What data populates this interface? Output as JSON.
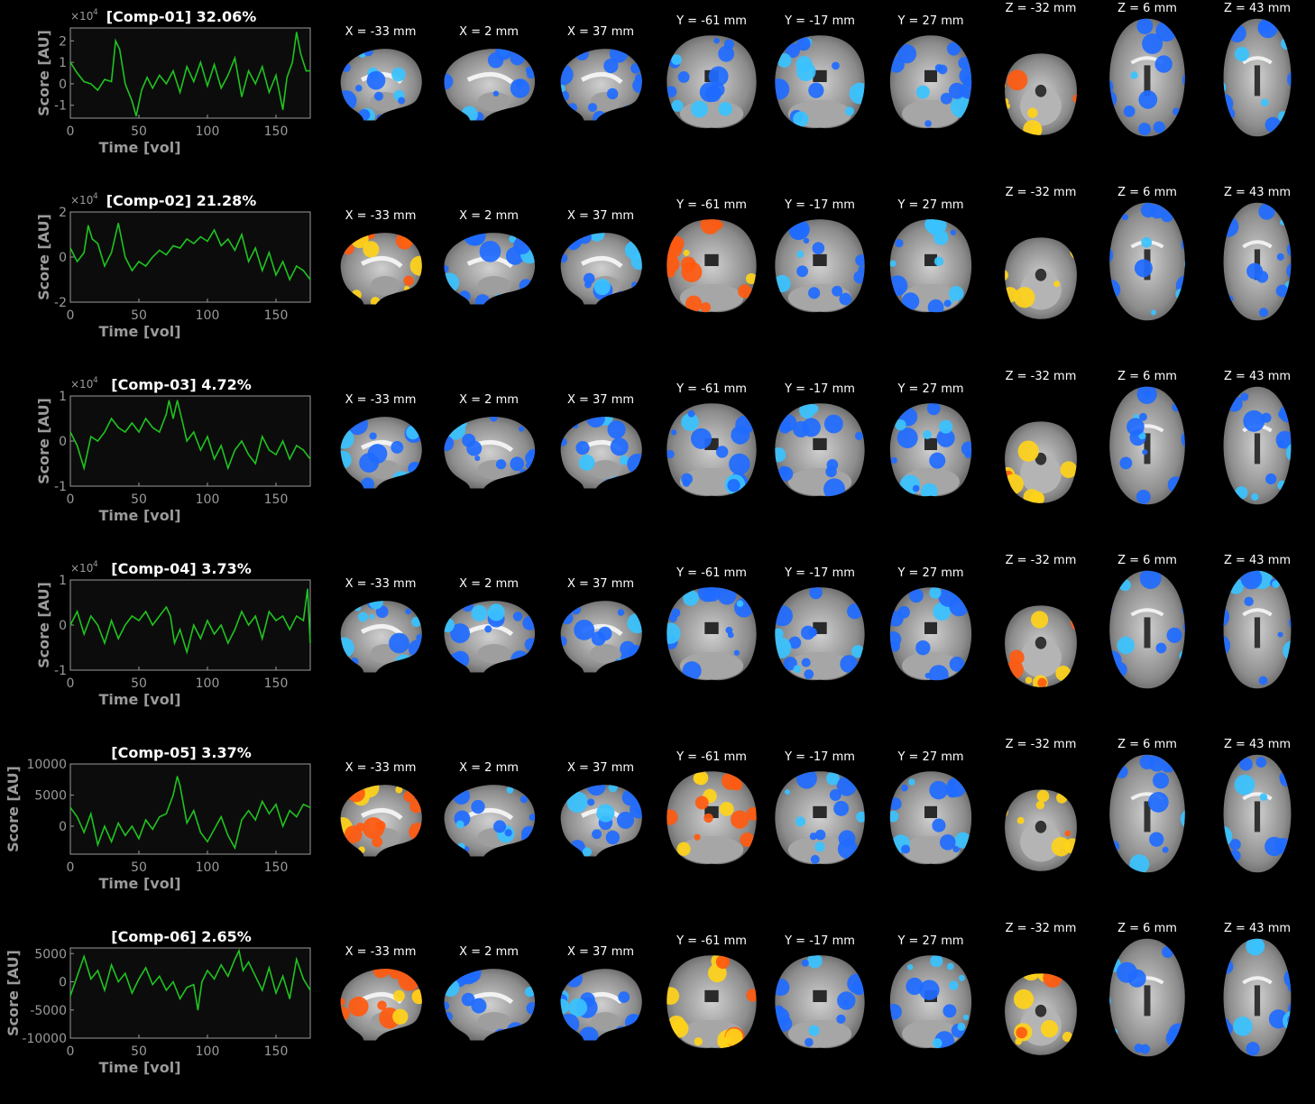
{
  "colors": {
    "background": "#000000",
    "plot_bg": "#0c0c0c",
    "axis": "#9a9a9a",
    "line": "#1fc41f",
    "brain_gray": "#8a8a8a",
    "blue": "#1f6bff",
    "cyan": "#39c2ff",
    "orange": "#ff5a0f",
    "yellow": "#ffd21a"
  },
  "slice_labels": [
    "X = -33 mm",
    "X = 2 mm",
    "X = 37 mm",
    "Y = -61 mm",
    "Y = -17 mm",
    "Y = 27 mm",
    "Z = -32 mm",
    "Z = 6 mm",
    "Z = 43 mm"
  ],
  "slice_types": [
    "sagittal",
    "sagittal",
    "sagittal",
    "coronal",
    "coronal",
    "coronal",
    "axial-low",
    "axial-mid",
    "axial-high"
  ],
  "chart_data": [
    {
      "type": "line",
      "title": "[Comp-01] 32.06%",
      "xlabel": "Time [vol]",
      "ylabel": "Score [AU]",
      "exponent": "×10",
      "exponent_power": "4",
      "xlim": [
        0,
        175
      ],
      "ylim": [
        -1.6,
        2.6
      ],
      "xticks": [
        0,
        50,
        100,
        150
      ],
      "yticks": [
        -1,
        0,
        1,
        2
      ],
      "ytick_labels": [
        "-1",
        "0",
        "1",
        "2"
      ],
      "x": [
        0,
        5,
        10,
        15,
        20,
        25,
        30,
        33,
        36,
        40,
        45,
        48,
        52,
        56,
        60,
        65,
        70,
        75,
        80,
        85,
        90,
        95,
        100,
        105,
        110,
        115,
        120,
        125,
        130,
        135,
        140,
        145,
        150,
        155,
        158,
        162,
        165,
        168,
        172,
        175
      ],
      "y": [
        1.0,
        0.5,
        0.1,
        0.0,
        -0.3,
        0.2,
        0.1,
        2.0,
        1.6,
        0.0,
        -0.8,
        -1.5,
        -0.3,
        0.3,
        -0.2,
        0.4,
        0.0,
        0.6,
        -0.4,
        0.8,
        0.1,
        1.0,
        -0.1,
        0.9,
        -0.2,
        0.4,
        1.2,
        -0.6,
        0.6,
        0.0,
        0.8,
        -0.4,
        0.4,
        -1.2,
        0.3,
        1.0,
        2.4,
        1.4,
        0.6,
        0.6
      ],
      "maps": [
        "bnnnnnnny",
        "Bnnnnnnnn",
        "nnnnnnnnn",
        "nnnnnnnnn",
        "nnnnnnnnn",
        "nnnnnnnnn",
        "yyy",
        "nnn",
        "nnn"
      ]
    },
    {
      "type": "line",
      "title": "[Comp-02] 21.28%",
      "xlabel": "Time [vol]",
      "ylabel": "Score [AU]",
      "exponent": "×10",
      "exponent_power": "4",
      "xlim": [
        0,
        175
      ],
      "ylim": [
        -2,
        2
      ],
      "xticks": [
        0,
        50,
        100,
        150
      ],
      "yticks": [
        -2,
        0,
        2
      ],
      "ytick_labels": [
        "-2",
        "0",
        "2"
      ],
      "x": [
        0,
        5,
        10,
        13,
        16,
        20,
        25,
        30,
        35,
        40,
        45,
        50,
        55,
        60,
        65,
        70,
        75,
        80,
        85,
        90,
        95,
        100,
        105,
        110,
        115,
        120,
        125,
        130,
        135,
        140,
        145,
        150,
        155,
        160,
        165,
        170,
        175
      ],
      "y": [
        0.4,
        -0.2,
        0.2,
        1.4,
        0.8,
        0.6,
        -0.4,
        0.2,
        1.5,
        0.0,
        -0.6,
        -0.2,
        -0.4,
        0.0,
        0.3,
        0.1,
        0.5,
        0.4,
        0.8,
        0.6,
        0.9,
        0.7,
        1.2,
        0.5,
        0.8,
        0.3,
        1.0,
        -0.2,
        0.4,
        -0.6,
        0.2,
        -0.8,
        -0.2,
        -1.0,
        -0.4,
        -0.6,
        -1.0
      ],
      "maps": [
        "onnnnnnny",
        "oBnnnnnnn",
        "onnnnnnnn",
        "onnnnnnnn",
        "onnnnnnnn",
        "onnnnnnnn",
        "yyy",
        "onn",
        "onn"
      ]
    },
    {
      "type": "line",
      "title": "[Comp-03] 4.72%",
      "xlabel": "Time [vol]",
      "ylabel": "Score [AU]",
      "exponent": "×10",
      "exponent_power": "4",
      "xlim": [
        0,
        175
      ],
      "ylim": [
        -1,
        1
      ],
      "xticks": [
        0,
        50,
        100,
        150
      ],
      "yticks": [
        -1,
        0,
        1
      ],
      "ytick_labels": [
        "-1",
        "0",
        "1"
      ],
      "x": [
        0,
        5,
        10,
        15,
        20,
        25,
        30,
        35,
        40,
        45,
        50,
        55,
        60,
        65,
        70,
        72,
        75,
        78,
        82,
        85,
        90,
        95,
        100,
        105,
        110,
        115,
        120,
        125,
        130,
        135,
        140,
        145,
        150,
        155,
        160,
        165,
        170,
        175
      ],
      "y": [
        0.2,
        -0.1,
        -0.6,
        0.1,
        0.0,
        0.2,
        0.5,
        0.3,
        0.2,
        0.4,
        0.2,
        0.5,
        0.3,
        0.2,
        0.6,
        0.9,
        0.5,
        0.9,
        0.4,
        0.0,
        0.2,
        -0.2,
        0.1,
        -0.4,
        -0.1,
        -0.6,
        -0.2,
        0.0,
        -0.3,
        -0.5,
        0.1,
        -0.2,
        -0.3,
        0.0,
        -0.4,
        -0.1,
        -0.2,
        -0.4
      ],
      "maps": [
        "nnnnnnnnn",
        "Bnnnnnnnn",
        "nnnnnnnnn",
        "nnnnnnnnn",
        "nnnnnnnnn",
        "nnnnnnnnn",
        "yyy",
        "nnn",
        "nnn"
      ]
    },
    {
      "type": "line",
      "title": "[Comp-04] 3.73%",
      "xlabel": "Time [vol]",
      "ylabel": "Score [AU]",
      "exponent": "×10",
      "exponent_power": "4",
      "xlim": [
        0,
        175
      ],
      "ylim": [
        -1,
        1
      ],
      "xticks": [
        0,
        50,
        100,
        150
      ],
      "yticks": [
        -1,
        0,
        1
      ],
      "ytick_labels": [
        "-1",
        "0",
        "1"
      ],
      "x": [
        0,
        5,
        10,
        15,
        20,
        25,
        30,
        35,
        40,
        45,
        50,
        55,
        60,
        65,
        70,
        73,
        76,
        80,
        85,
        90,
        95,
        100,
        105,
        110,
        115,
        120,
        125,
        130,
        135,
        140,
        145,
        150,
        155,
        160,
        165,
        170,
        173,
        175
      ],
      "y": [
        0.0,
        0.3,
        -0.2,
        0.2,
        0.0,
        -0.4,
        0.1,
        -0.3,
        0.0,
        0.2,
        0.1,
        0.3,
        0.0,
        0.2,
        0.4,
        0.2,
        -0.4,
        -0.1,
        -0.6,
        0.0,
        -0.3,
        0.1,
        -0.2,
        0.0,
        -0.4,
        -0.1,
        0.3,
        0.0,
        0.2,
        -0.3,
        0.3,
        0.1,
        0.2,
        -0.1,
        0.2,
        0.1,
        0.8,
        -0.4
      ],
      "maps": [
        "nnnnnnnnn",
        "ynnnnnnnn",
        "nnnnnnnnn",
        "nnnnnnnnn",
        "nnnnnnnnn",
        "nnnnnnnnn",
        "yyy",
        "nnn",
        "ynn"
      ]
    },
    {
      "type": "line",
      "title": "[Comp-05] 3.37%",
      "xlabel": "Time [vol]",
      "ylabel": "Score [AU]",
      "exponent": "",
      "exponent_power": "",
      "xlim": [
        0,
        175
      ],
      "ylim": [
        -4500,
        10000
      ],
      "xticks": [
        0,
        50,
        100,
        150
      ],
      "yticks": [
        0,
        5000,
        10000
      ],
      "ytick_labels": [
        "0",
        "5000",
        "10000"
      ],
      "x": [
        0,
        5,
        10,
        15,
        20,
        25,
        30,
        35,
        40,
        45,
        50,
        55,
        60,
        65,
        70,
        75,
        78,
        80,
        85,
        90,
        95,
        100,
        105,
        110,
        115,
        120,
        125,
        130,
        135,
        140,
        145,
        150,
        155,
        160,
        165,
        170,
        175
      ],
      "y": [
        3000,
        1500,
        -1000,
        2000,
        -3000,
        0,
        -2500,
        500,
        -1500,
        0,
        -2000,
        1000,
        -500,
        1500,
        2000,
        5000,
        8000,
        6500,
        500,
        2500,
        -1000,
        -2500,
        -500,
        1500,
        -1500,
        -3500,
        1000,
        2500,
        1000,
        4000,
        2000,
        3500,
        0,
        2500,
        1500,
        3500,
        3000
      ],
      "maps": [
        "onnnnnnny",
        "onnnnnnnn",
        "onnnnnnnn",
        "onnnnnnnn",
        "ynnnnnnnn",
        "onnnnnnnn",
        "yyy",
        "onn",
        "onn"
      ]
    },
    {
      "type": "line",
      "title": "[Comp-06] 2.65%",
      "xlabel": "Time [vol]",
      "ylabel": "Score [AU]",
      "exponent": "",
      "exponent_power": "",
      "xlim": [
        0,
        175
      ],
      "ylim": [
        -10000,
        6000
      ],
      "xticks": [
        0,
        50,
        100,
        150
      ],
      "yticks": [
        -10000,
        -5000,
        0,
        5000
      ],
      "ytick_labels": [
        "-10000",
        "-5000",
        "0",
        "5000"
      ],
      "x": [
        0,
        5,
        10,
        15,
        20,
        25,
        30,
        35,
        40,
        45,
        50,
        55,
        60,
        65,
        70,
        75,
        80,
        85,
        90,
        93,
        96,
        100,
        105,
        110,
        115,
        120,
        123,
        126,
        130,
        135,
        140,
        145,
        150,
        155,
        160,
        165,
        170,
        175
      ],
      "y": [
        -2500,
        1000,
        4500,
        500,
        2000,
        -1500,
        3000,
        0,
        1500,
        -2000,
        500,
        2500,
        -500,
        1000,
        -1500,
        0,
        -3000,
        -1000,
        -500,
        -5000,
        0,
        2000,
        500,
        3000,
        1000,
        4000,
        5500,
        2000,
        3500,
        1000,
        -1500,
        2500,
        -2000,
        1000,
        -3000,
        4000,
        500,
        -1500
      ],
      "maps": [
        "onnnnnnny",
        "yBnnnnnnn",
        "onnnnnnnn",
        "ynnnnnnnn",
        "onnnnnnnn",
        "onnnnnnnn",
        "yyy",
        "ynn",
        "onn"
      ]
    }
  ]
}
